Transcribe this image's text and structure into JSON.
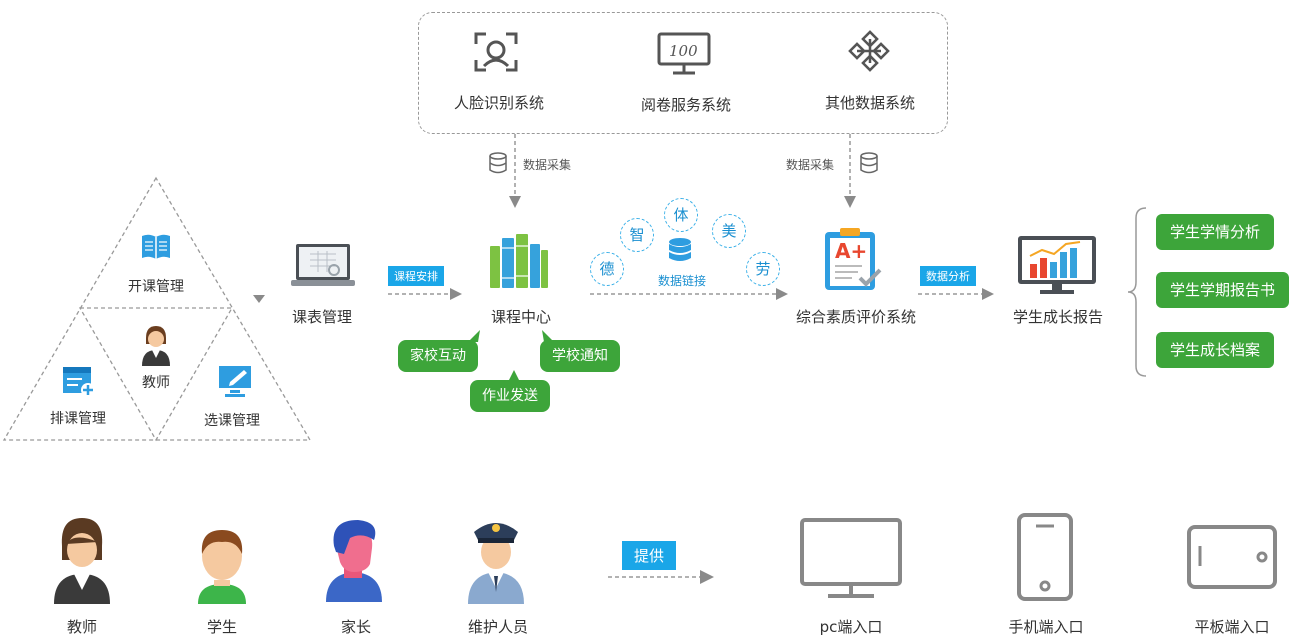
{
  "external_systems": {
    "face": "人脸识别系统",
    "exam": "阅卷服务系统",
    "other": "其他数据系统",
    "exam_icon_text": "100"
  },
  "collect_label_left": "数据采集",
  "collect_label_right": "数据采集",
  "triangle": {
    "top": "开课管理",
    "center": "教师",
    "left": "排课管理",
    "right": "选课管理"
  },
  "schedule": "课表管理",
  "tag_course_arrange": "课程安排",
  "course_center": "课程中心",
  "bubbles": {
    "home_school": "家校互动",
    "school_notice": "学校通知",
    "homework": "作业发送"
  },
  "five_edu": [
    "德",
    "智",
    "体",
    "美",
    "劳"
  ],
  "data_link": "数据链接",
  "evaluation": "综合素质评价系统",
  "grade_icon_text": "A+",
  "tag_data_analysis": "数据分析",
  "growth_report": "学生成长报告",
  "outputs": [
    "学生学情分析",
    "学生学期报告书",
    "学生成长档案"
  ],
  "users": [
    "教师",
    "学生",
    "家长",
    "维护人员"
  ],
  "tag_provide": "提供",
  "devices": [
    "pc端入口",
    "手机端入口",
    "平板端入口"
  ],
  "colors": {
    "accent_blue": "#1aa6e8",
    "green": "#3da53a",
    "dashed_gray": "#999999"
  }
}
